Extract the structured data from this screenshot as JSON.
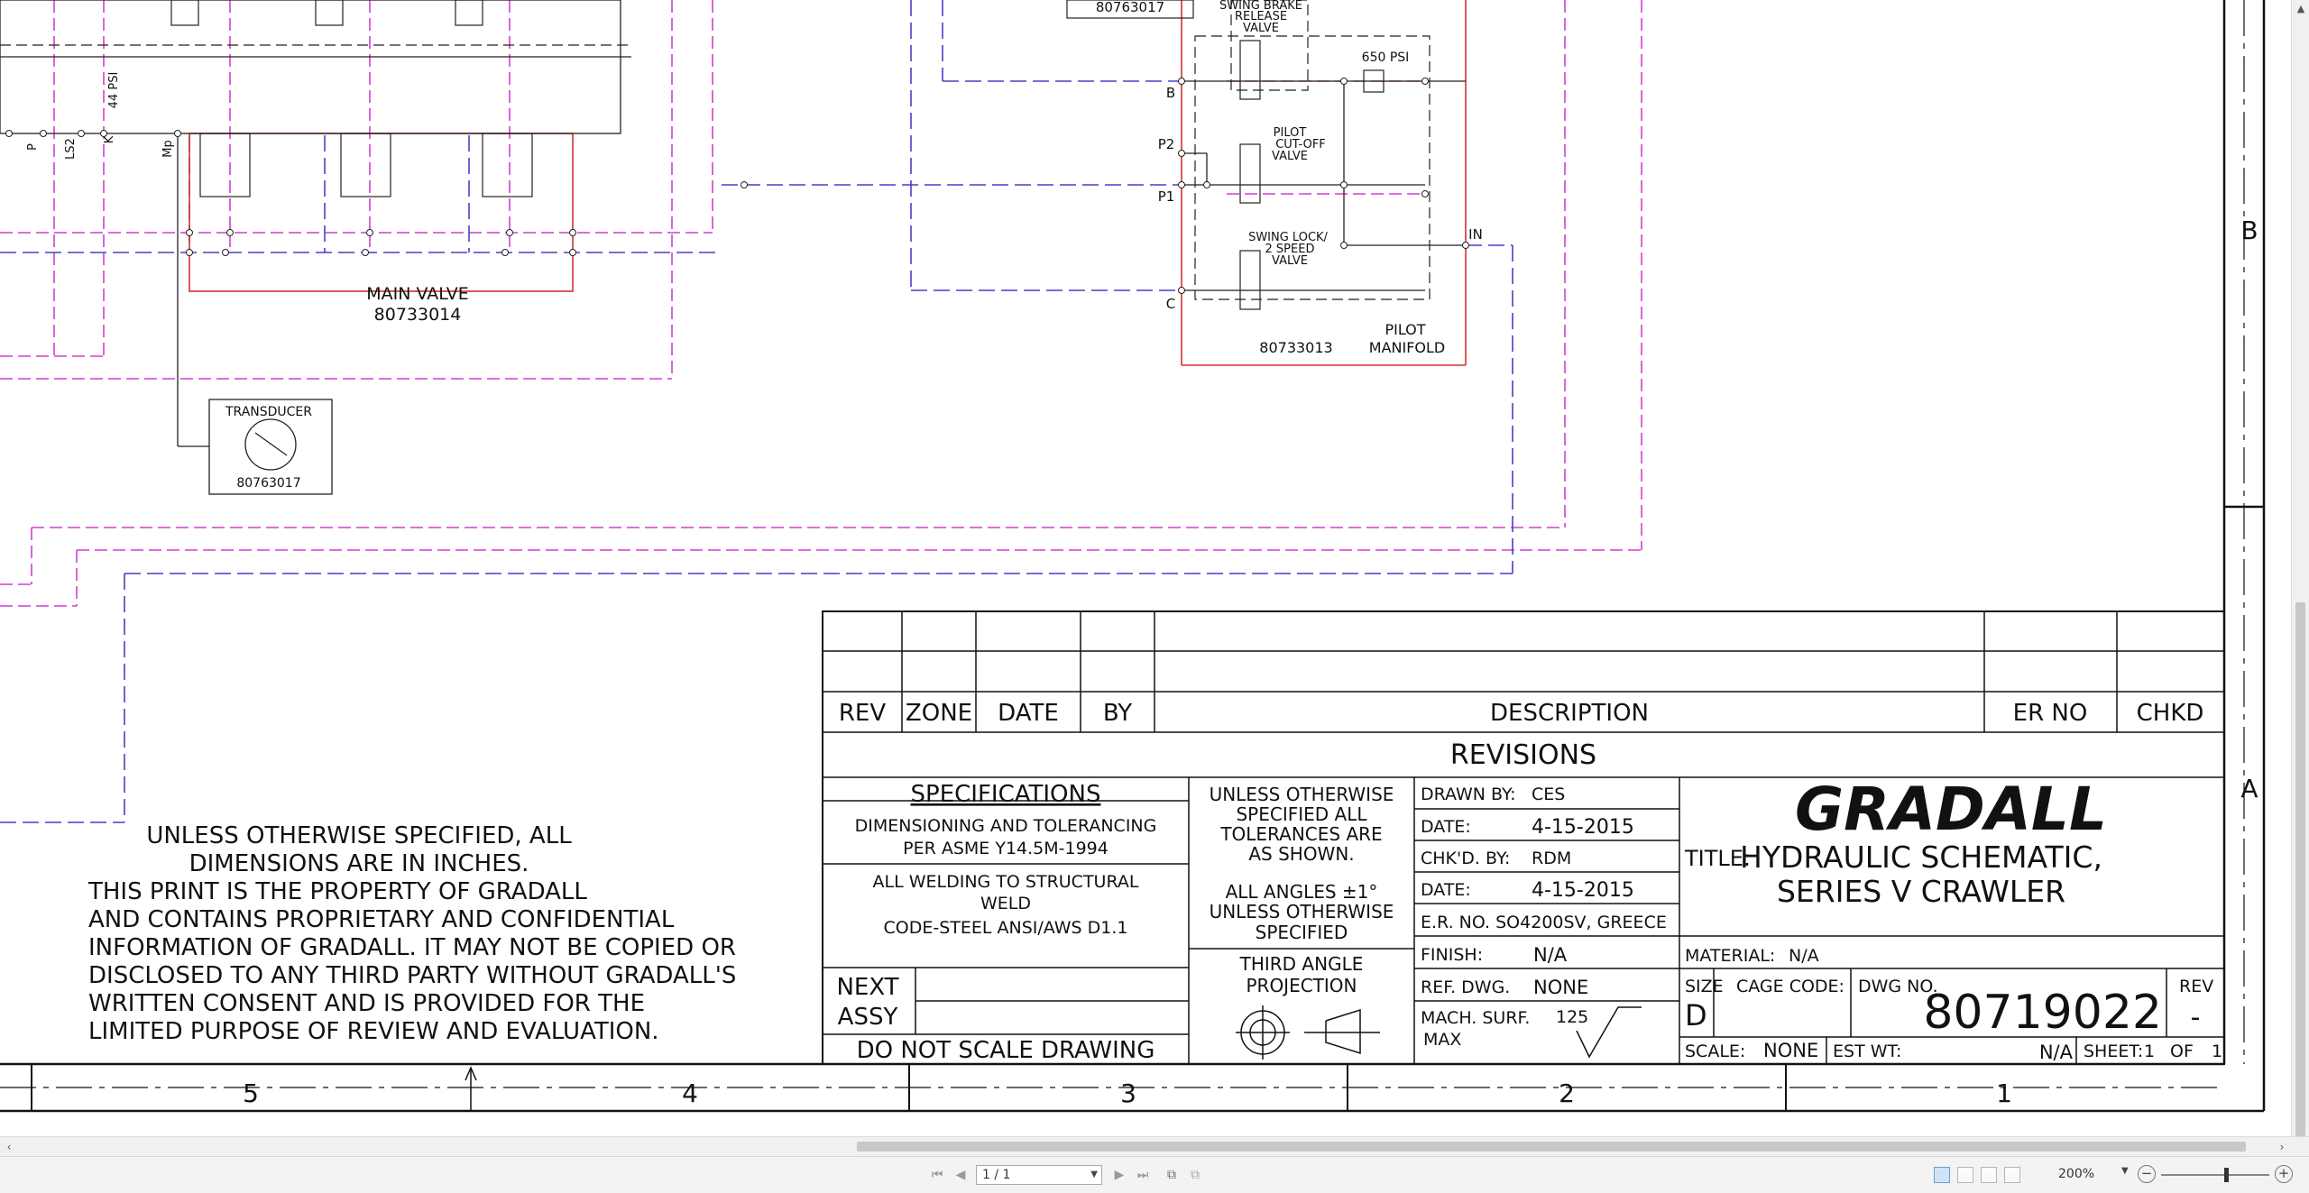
{
  "drawing": {
    "top_labels": {
      "part_no_top": "80763017",
      "swing_brake_l1": "SWING BRAKE",
      "swing_brake_l2": "RELEASE",
      "swing_brake_l3": "VALVE",
      "psi_650": "650 PSI",
      "psi_44": "44 PSI",
      "pilot_cut_l1": "PILOT",
      "pilot_cut_l2": "CUT-OFF",
      "pilot_cut_l3": "VALVE",
      "swing_lock_l1": "SWING LOCK/",
      "swing_lock_l2": "2 SPEED",
      "swing_lock_l3": "VALVE",
      "port_b": "B",
      "port_p2": "P2",
      "port_p1": "P1",
      "port_c": "C",
      "port_in": "IN",
      "port_ls2": "LS2",
      "port_k": "K",
      "port_mp": "Mp",
      "port_p": "P",
      "pilot_manifold_l1": "PILOT",
      "pilot_manifold_l2": "MANIFOLD",
      "pilot_manifold_no": "80733013",
      "main_valve_l1": "MAIN VALVE",
      "main_valve_l2": "80733014",
      "transducer_label": "TRANSDUCER",
      "transducer_no": "80763017"
    },
    "revisions": {
      "headers": [
        "REV",
        "ZONE",
        "DATE",
        "BY",
        "DESCRIPTION",
        "ER NO",
        "CHKD"
      ],
      "title": "REVISIONS"
    },
    "specifications": {
      "title": "SPECIFICATIONS",
      "line1a": "DIMENSIONING AND TOLERANCING",
      "line1b": "PER ASME Y14.5M-1994",
      "line2a": "ALL WELDING TO STRUCTURAL",
      "line2b": "WELD",
      "line2c": "CODE-STEEL ANSI/AWS D1.1",
      "next": "NEXT",
      "assy": "ASSY",
      "do_not_scale": "DO NOT SCALE DRAWING"
    },
    "tolerances": {
      "l1": "UNLESS OTHERWISE",
      "l2": "SPECIFIED ALL",
      "l3": "TOLERANCES ARE",
      "l4": "AS SHOWN.",
      "l5": "ALL ANGLES ±1°",
      "l6": "UNLESS OTHERWISE",
      "l7": "SPECIFIED",
      "proj1": "THIRD ANGLE",
      "proj2": "PROJECTION"
    },
    "info": {
      "drawn_by_label": "DRAWN BY:",
      "drawn_by": "CES",
      "date1_label": "DATE:",
      "date1": "4-15-2015",
      "chkd_by_label": "CHK'D. BY:",
      "chkd_by": "RDM",
      "date2_label": "DATE:",
      "date2": "4-15-2015",
      "er_no": "E.R. NO. SO4200SV, GREECE",
      "finish_label": "FINISH:",
      "finish": "N/A",
      "ref_dwg_label": "REF. DWG.",
      "ref_dwg": "NONE",
      "mach_surf_l1": "MACH. SURF.",
      "mach_surf_l2": "MAX",
      "mach_surf_val": "125"
    },
    "title_block": {
      "company": "GRADALL",
      "title_label": "TITLE:",
      "title_l1": "HYDRAULIC SCHEMATIC,",
      "title_l2": "SERIES V CRAWLER",
      "material_label": "MATERIAL:",
      "material": "N/A",
      "size_label": "SIZE",
      "size": "D",
      "cage_code_label": "CAGE CODE:",
      "dwg_no_label": "DWG NO.",
      "dwg_no": "80719022",
      "rev_label": "REV",
      "rev": "-",
      "scale_label": "SCALE:",
      "scale": "NONE",
      "est_wt_label": "EST WT:",
      "est_wt": "N/A",
      "sheet_label": "SHEET:",
      "sheet": "1",
      "of_label": "OF",
      "of": "1"
    },
    "notes": [
      "UNLESS OTHERWISE SPECIFIED, ALL",
      "DIMENSIONS ARE IN INCHES.",
      "THIS PRINT IS THE PROPERTY OF GRADALL",
      "AND CONTAINS PROPRIETARY AND CONFIDENTIAL",
      "INFORMATION OF GRADALL. IT MAY NOT BE COPIED OR",
      "DISCLOSED TO ANY THIRD PARTY WITHOUT GRADALL'S",
      "WRITTEN CONSENT AND IS PROVIDED FOR THE",
      "LIMITED PURPOSE OF REVIEW AND EVALUATION."
    ],
    "zones_bottom": [
      "5",
      "4",
      "3",
      "2",
      "1"
    ],
    "zones_right": [
      "B",
      "A"
    ]
  },
  "viewer": {
    "page_value": "1 / 1",
    "zoom_level": "200%"
  },
  "colors": {
    "magenta": "#d13fd1",
    "blue": "#4a3fc9",
    "red": "#d33030",
    "line": "#222222"
  }
}
